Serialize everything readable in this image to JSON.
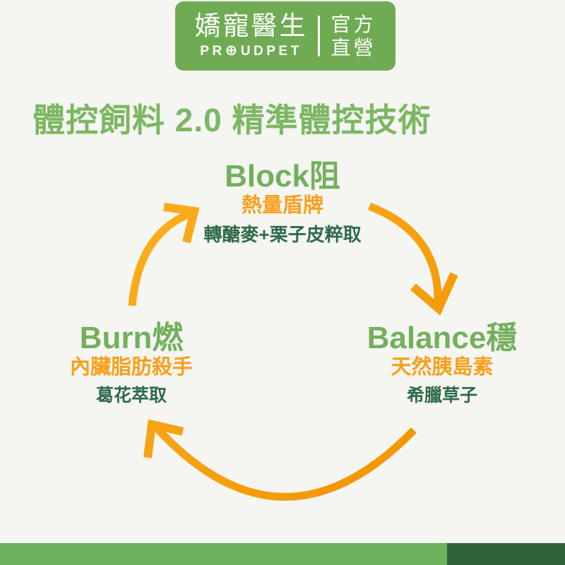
{
  "page": {
    "background_color": "#F5F5F2"
  },
  "header": {
    "badge": {
      "bg_color": "#6FAB53",
      "brand_zh": "嬌寵醫生",
      "brand_en_prefix": "PR",
      "brand_en_o_icon": "⊕",
      "brand_en_suffix": "UDPET",
      "official_line1": "官方",
      "official_line2": "直營"
    },
    "title": {
      "text": "體控飼料 2.0 精準體控技術",
      "color": "#7CB762"
    }
  },
  "cycle": {
    "arrow_color": "#F7A01C",
    "direction": "clockwise",
    "colors": {
      "node_title": "#73B05C",
      "node_subtitle": "#F7A01C",
      "node_detail": "#2E6B4B"
    },
    "nodes": [
      {
        "id": "block",
        "title": "Block阻",
        "subtitle": "熱量盾牌",
        "detail": "轉醣麥+栗子皮粹取",
        "position": "top"
      },
      {
        "id": "balance",
        "title": "Balance穩",
        "subtitle": "天然胰島素",
        "detail": "希臘草子",
        "position": "right"
      },
      {
        "id": "burn",
        "title": "Burn燃",
        "subtitle": "內臟脂肪殺手",
        "detail": "葛花萃取",
        "position": "left"
      }
    ]
  },
  "footer": {
    "bar_light_color": "#6DB15C",
    "bar_dark_color": "#2F6237"
  }
}
